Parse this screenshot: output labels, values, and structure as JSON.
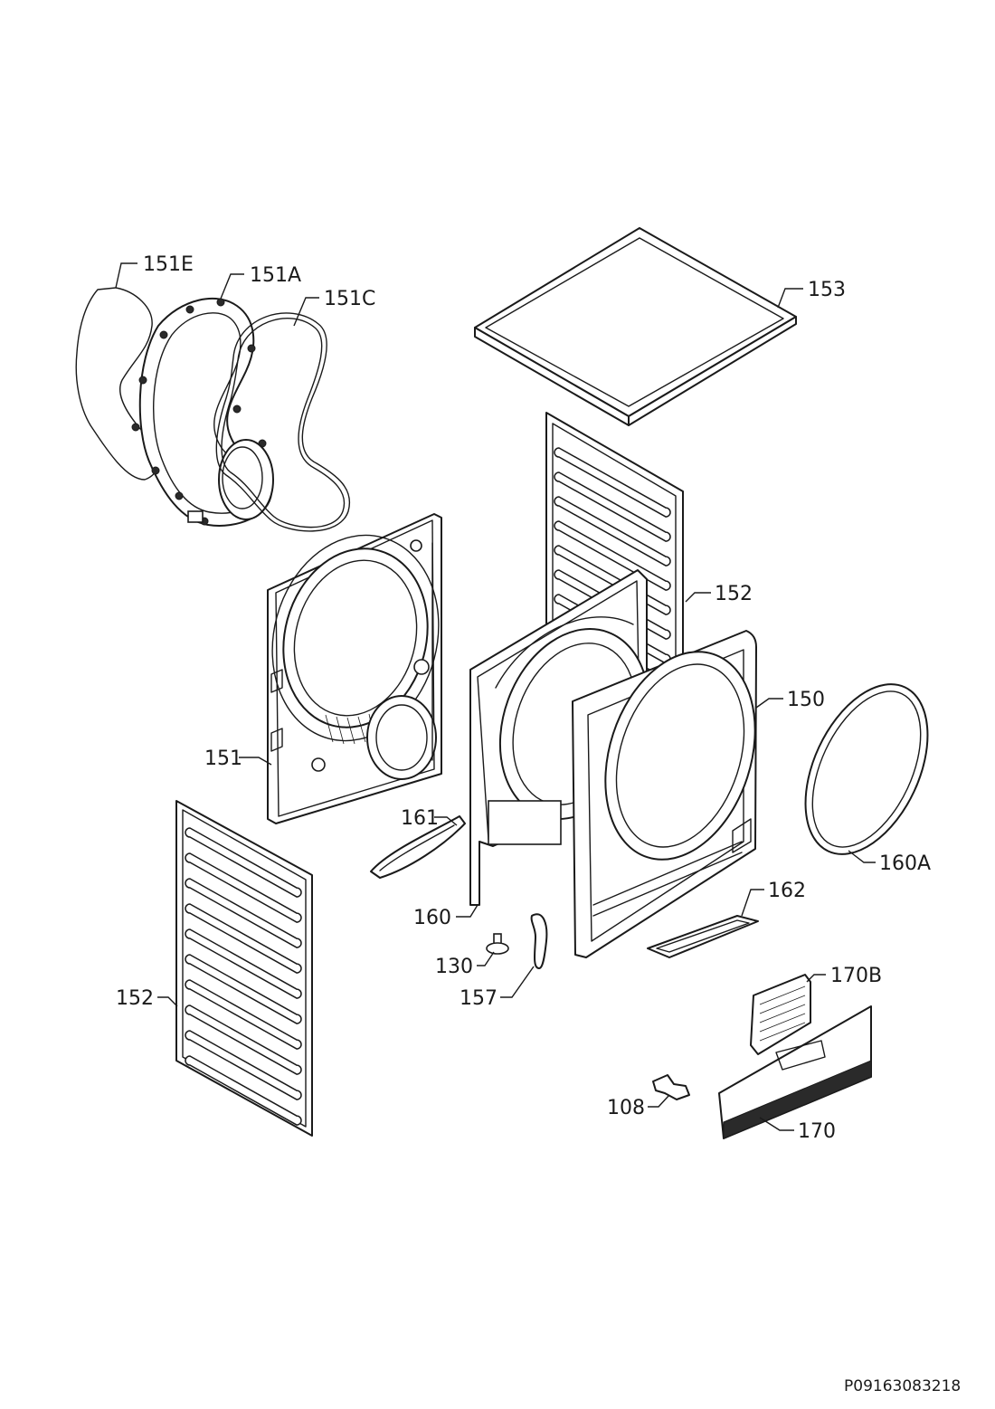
{
  "labels": {
    "p151E": "151E",
    "p151A": "151A",
    "p151C": "151C",
    "p153": "153",
    "p152_top": "152",
    "p150": "150",
    "p151": "151",
    "p160A": "160A",
    "p161": "161",
    "p162": "162",
    "p160": "160",
    "p130": "130",
    "p157": "157",
    "p170B": "170B",
    "p152_bottom": "152",
    "p108": "108",
    "p170": "170"
  },
  "document_code": "P09163083218"
}
